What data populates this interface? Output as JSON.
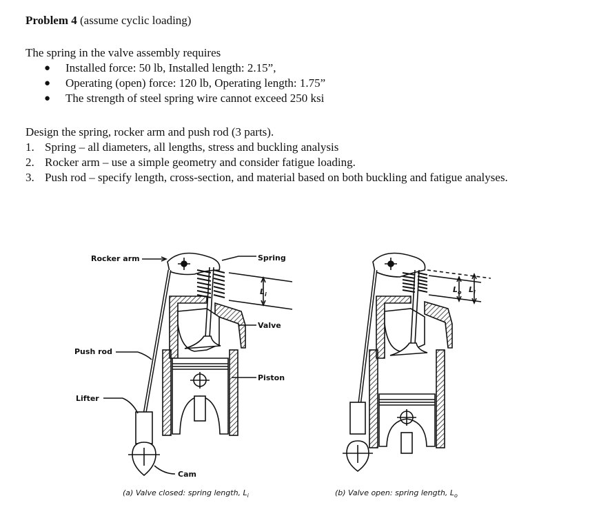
{
  "problem": {
    "number_label": "Problem 4",
    "note": "(assume cyclic loading)"
  },
  "intro": "The spring in the valve assembly requires",
  "requirements": [
    "Installed force: 50 lb, Installed length: 2.15”,",
    "Operating (open) force: 120 lb, Operating length: 1.75”",
    "The strength of steel spring wire cannot exceed 250 ksi"
  ],
  "design_intro": "Design the spring, rocker arm and push rod (3 parts).",
  "parts": [
    {
      "num": "1.",
      "text": "Spring – all diameters, all lengths, stress and buckling analysis"
    },
    {
      "num": "2.",
      "text": "Rocker arm – use a simple geometry and consider fatigue loading."
    },
    {
      "num": "3.",
      "text": "Push rod – specify length, cross-section, and material based on both buckling and fatigue analyses."
    }
  ],
  "figure": {
    "labels": {
      "rocker_arm": "Rocker arm",
      "spring": "Spring",
      "valve": "Valve",
      "push_rod": "Push rod",
      "piston": "Piston",
      "lifter": "Lifter",
      "cam": "Cam",
      "li_a": "L",
      "li_a_sub": "i",
      "lo_b": "L",
      "lo_b_sub": "o",
      "li_b": "L",
      "li_b_sub": "i"
    },
    "caption_a": "(a) Valve closed: spring length, L",
    "caption_a_sub": "i",
    "caption_b": "(b) Valve open: spring length, L",
    "caption_b_sub": "o"
  }
}
